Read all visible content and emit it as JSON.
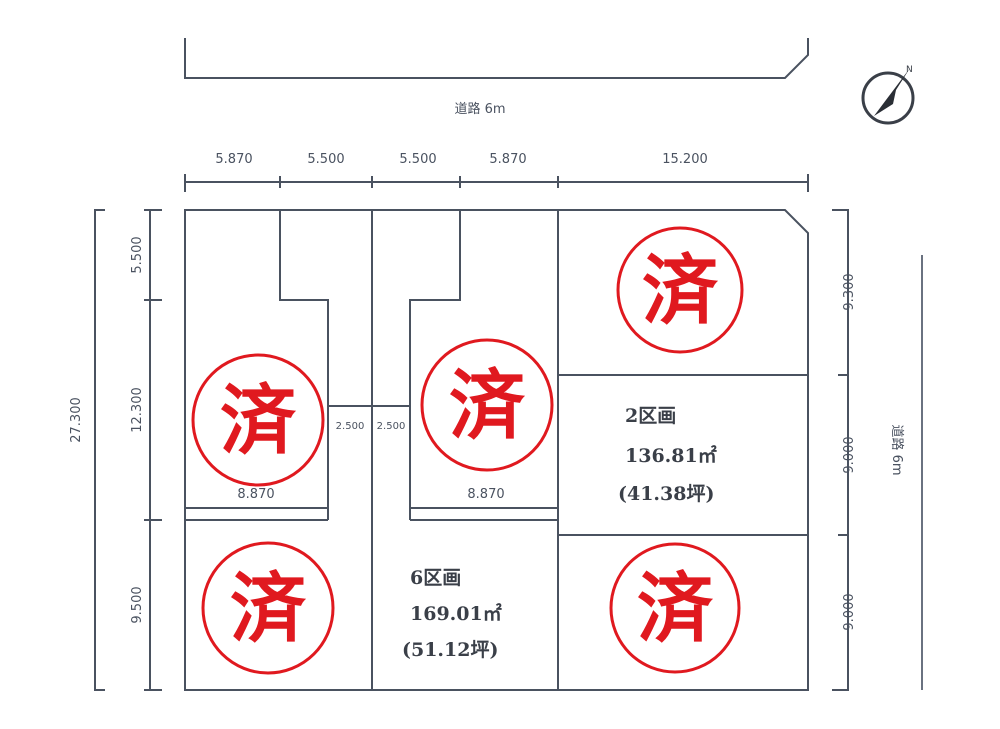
{
  "roads": {
    "top": "道路 6m",
    "right": "道路 6m"
  },
  "top_dims": [
    "5.870",
    "5.500",
    "5.500",
    "5.870",
    "15.200"
  ],
  "left_dims": {
    "total": "27.300",
    "parts": [
      "5.500",
      "12.300",
      "9.500"
    ]
  },
  "right_dims": [
    "9.300",
    "9.000",
    "9.000"
  ],
  "inner_dims": {
    "lot5_width": "8.870",
    "lot4_width": "8.870",
    "access_left": "2.500",
    "access_right": "2.500"
  },
  "lots": [
    {
      "name": "2区画",
      "area": "136.81㎡",
      "tsubo": "(41.38坪)"
    },
    {
      "name": "6区画",
      "area": "169.01㎡",
      "tsubo": "(51.12坪)"
    }
  ],
  "sold_stamp": "済",
  "colors": {
    "stamp": "#e0191f",
    "lines": "#4a5260"
  },
  "compass_icon": "north-arrow"
}
